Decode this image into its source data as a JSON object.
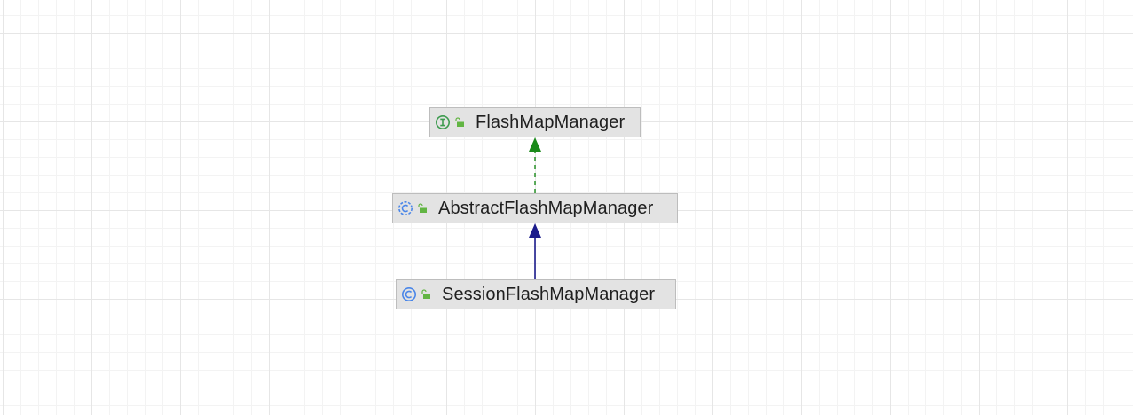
{
  "diagram": {
    "nodes": [
      {
        "id": "flashmapmanager",
        "label": "FlashMapManager",
        "kind": "interface",
        "kind_icon": "interface-icon",
        "visibility_icon": "unlocked-icon"
      },
      {
        "id": "abstractflashmapmanager",
        "label": "AbstractFlashMapManager",
        "kind": "abstract-class",
        "kind_icon": "abstract-class-icon",
        "visibility_icon": "unlocked-icon"
      },
      {
        "id": "sessionflashmapmanager",
        "label": "SessionFlashMapManager",
        "kind": "class",
        "kind_icon": "class-icon",
        "visibility_icon": "unlocked-icon"
      }
    ],
    "edges": [
      {
        "from": "abstractflashmapmanager",
        "to": "flashmapmanager",
        "type": "implements",
        "style": "dashed",
        "color": "#1a8a1a"
      },
      {
        "from": "sessionflashmapmanager",
        "to": "abstractflashmapmanager",
        "type": "extends",
        "style": "solid",
        "color": "#1c1c8c"
      }
    ]
  },
  "colors": {
    "interface_icon": "#3d9b4f",
    "class_icon": "#4a86e8",
    "lock_icon": "#62b543",
    "node_fill": "#e3e3e3",
    "node_border": "#bdbdbd"
  }
}
